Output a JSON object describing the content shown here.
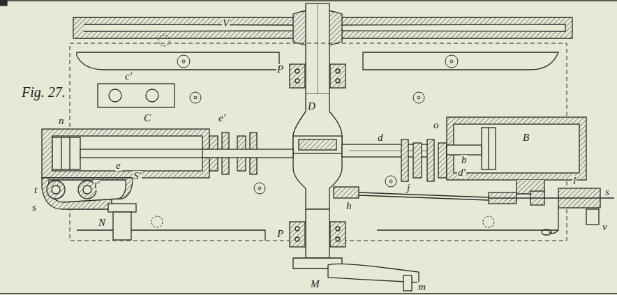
{
  "diagram": {
    "labels": [
      "V",
      "Fig. 27.",
      "P",
      "c'",
      "e'",
      "D",
      "o",
      "B",
      "n",
      "C",
      "e",
      "d",
      "b",
      "d'",
      "t",
      "t'",
      "S'",
      "s",
      "h",
      "j",
      "l",
      "s",
      "v",
      "P",
      "N",
      "M",
      "m"
    ]
  }
}
